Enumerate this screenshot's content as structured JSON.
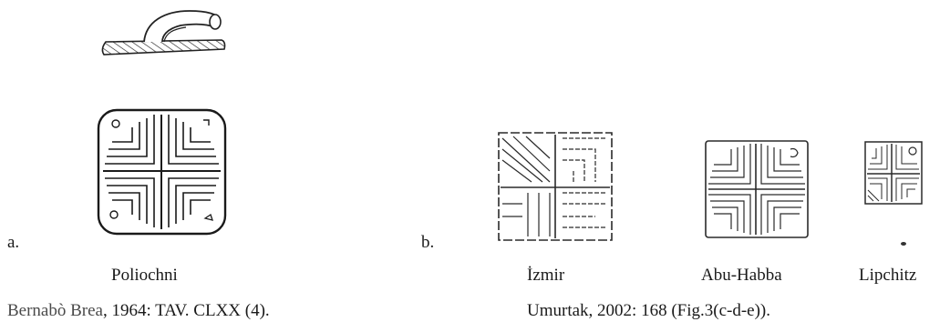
{
  "figure": {
    "panel_a": {
      "label": "a.",
      "caption": "Poliochni",
      "reference_link_text": "Bernabò Brea",
      "reference_rest": ", 1964: TAV.  CLXX (4)."
    },
    "panel_b": {
      "label": "b.",
      "captions": [
        "İzmir",
        "Abu-Habba",
        "Lipchitz"
      ],
      "reference": "Umurtak, 2002: 168 (Fig.3(c-d-e))."
    }
  }
}
